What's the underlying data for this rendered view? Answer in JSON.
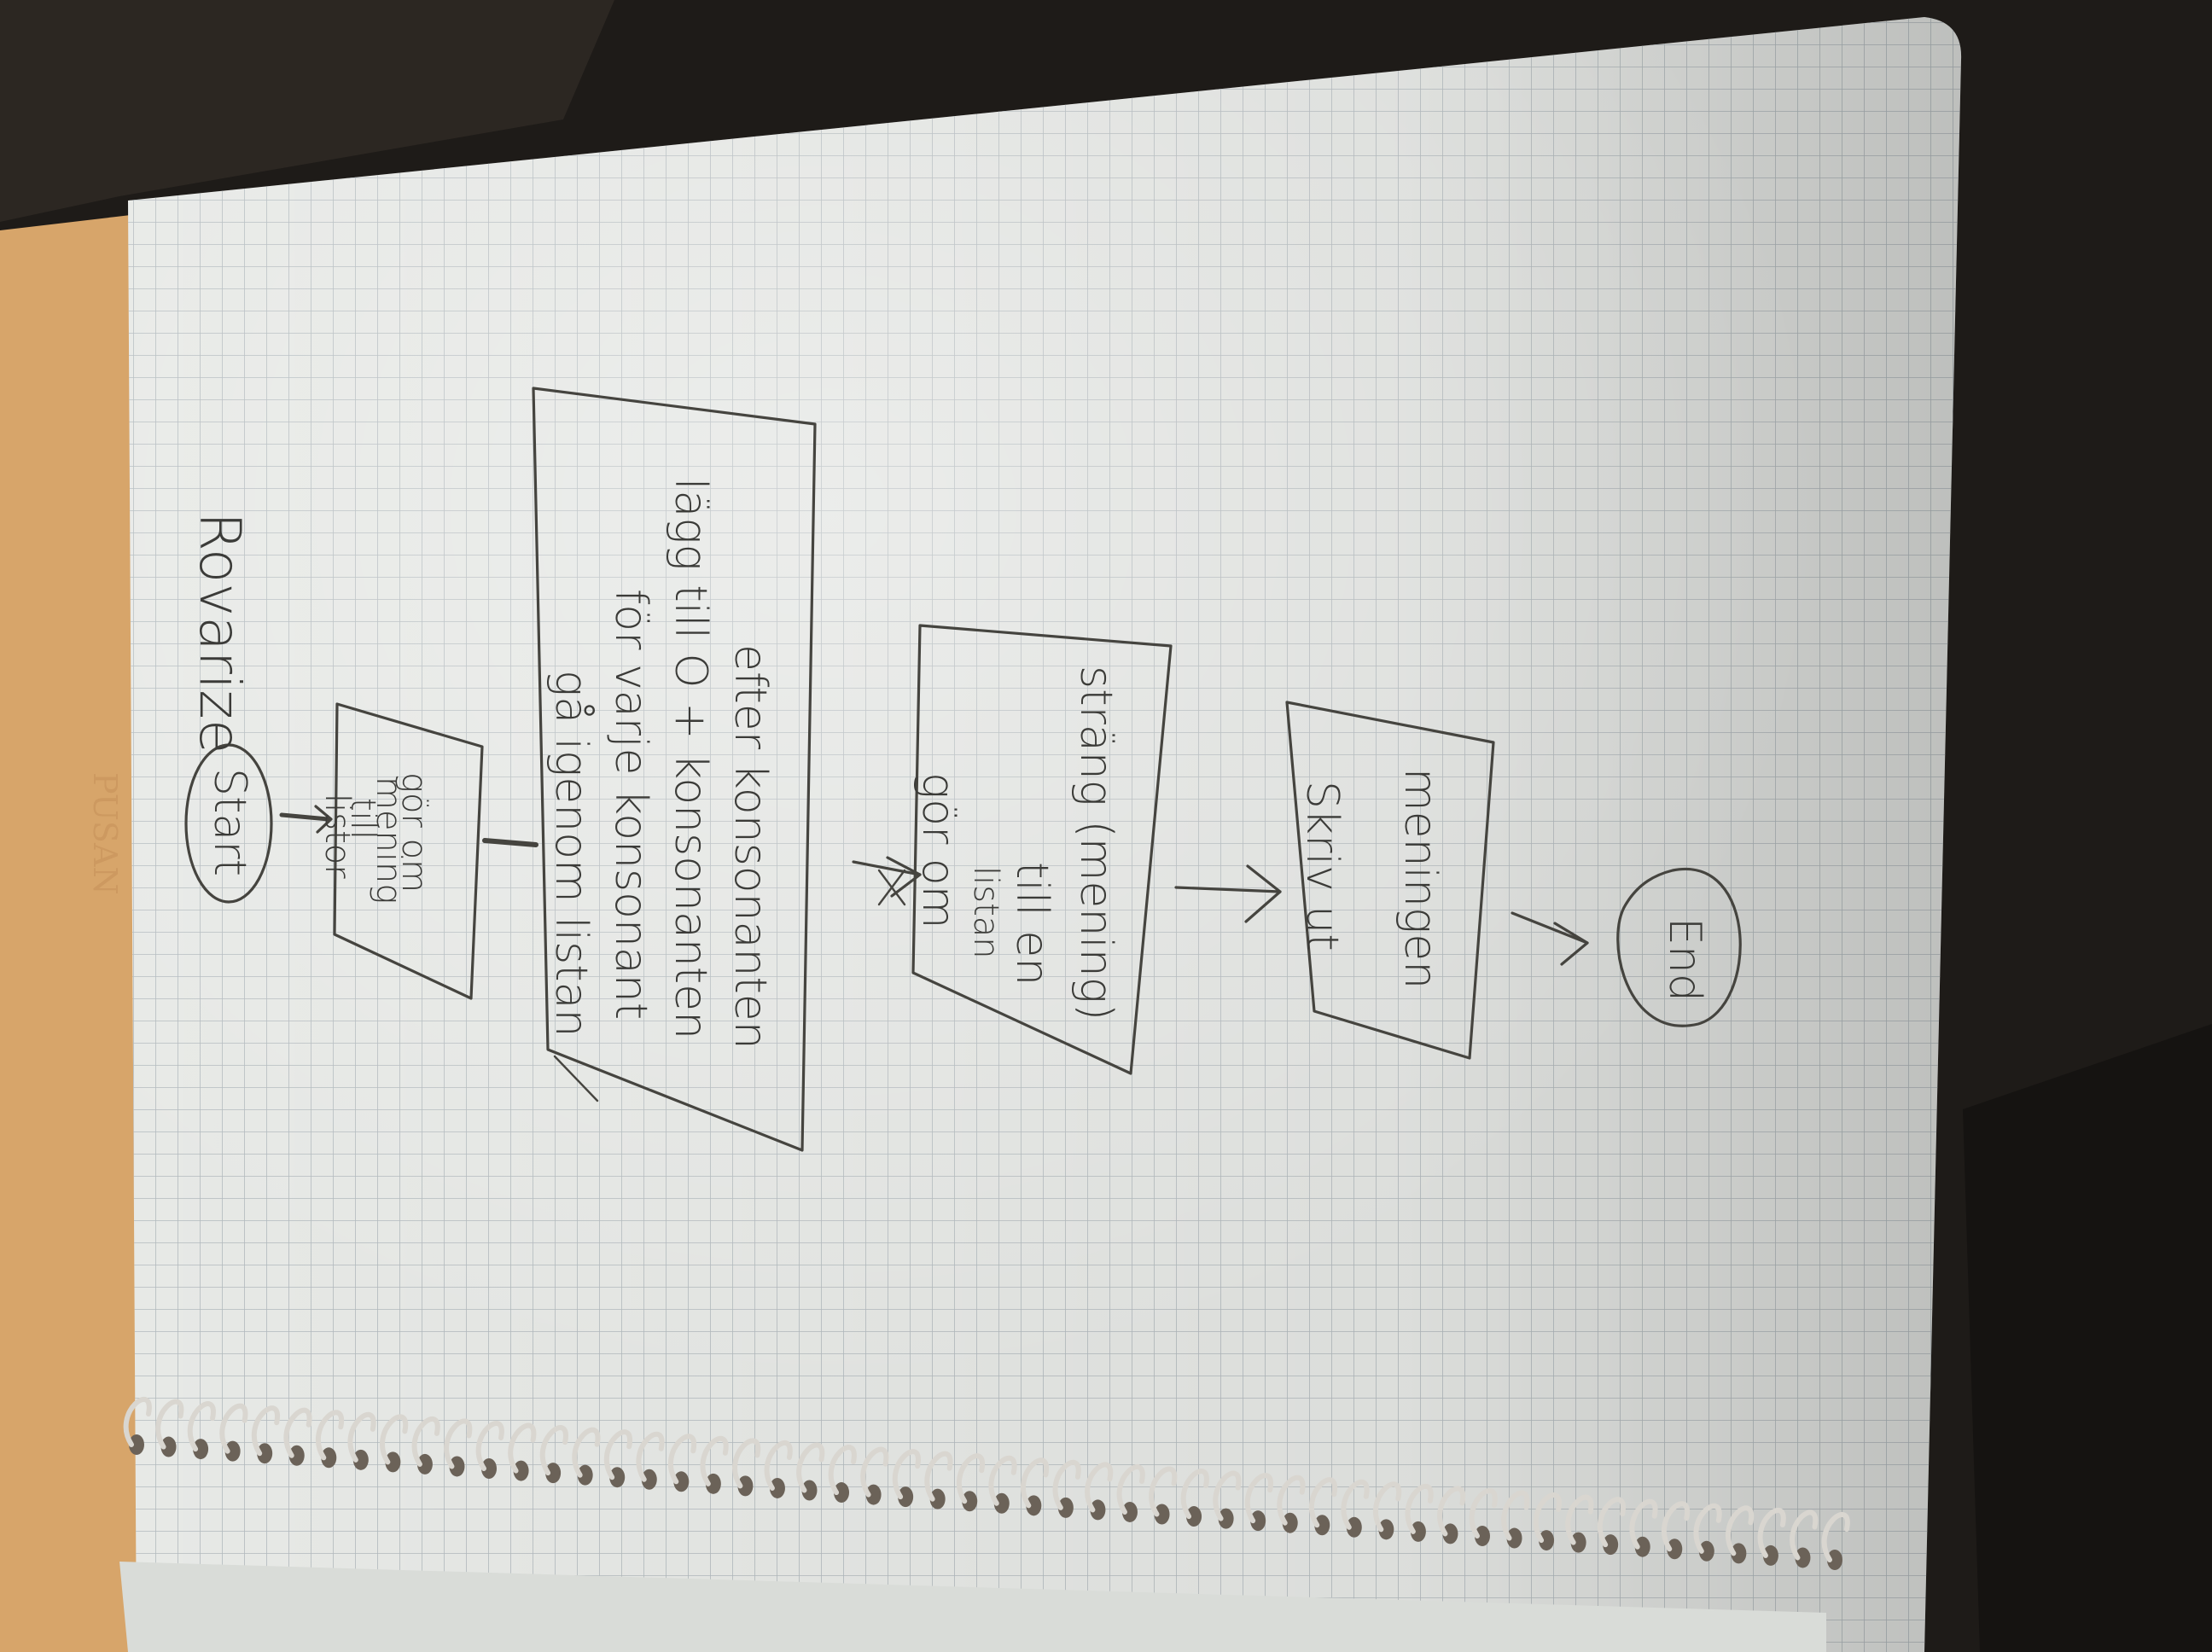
{
  "notebook": {
    "title": "Rovarize",
    "pencil_labels": [
      "Start",
      "End"
    ]
  },
  "flowchart": {
    "start_node": "Start",
    "input_step": [
      "gör om",
      "mening",
      "till",
      "listor"
    ],
    "loop_step": [
      "gå igenom listan",
      "för varje konsonant",
      "lägg till O + konsonanten",
      "efter konsonanten"
    ],
    "convert_step": [
      "gör om",
      "listan",
      "till en",
      "sträng (mening)"
    ],
    "output_step": [
      "Skriv ut",
      "meningen"
    ],
    "end_node": "End"
  }
}
